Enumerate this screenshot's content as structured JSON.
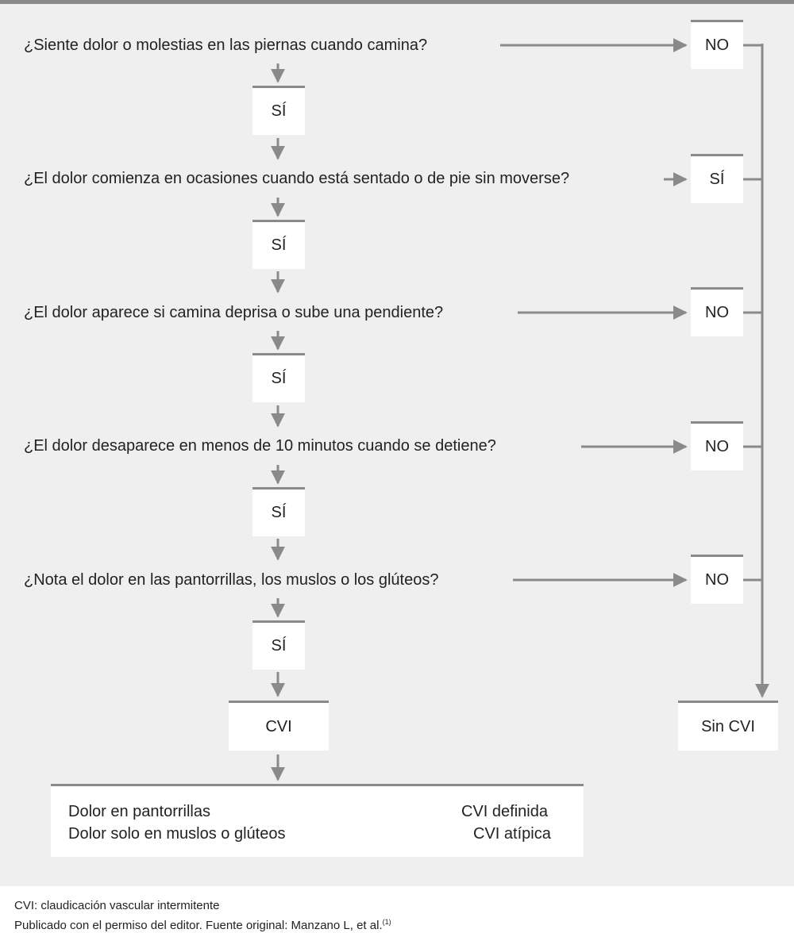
{
  "questions": [
    {
      "text": "¿Siente dolor o molestias en las piernas cuando camina?",
      "side_answer": "NO",
      "down_answer": "SÍ"
    },
    {
      "text": "¿El dolor comienza en ocasiones cuando está sentado o de pie sin moverse?",
      "side_answer": "SÍ",
      "down_answer": "SÍ"
    },
    {
      "text": "¿El dolor aparece si camina deprisa o sube una pendiente?",
      "side_answer": "NO",
      "down_answer": "SÍ"
    },
    {
      "text": "¿El dolor desaparece en menos de 10 minutos cuando se detiene?",
      "side_answer": "NO",
      "down_answer": "SÍ"
    },
    {
      "text": "¿Nota el dolor en las pantorrillas, los muslos o los glúteos?",
      "side_answer": "NO",
      "down_answer": "SÍ"
    }
  ],
  "outcomes": {
    "positive": "CVI",
    "negative": "Sin CVI"
  },
  "classification": [
    {
      "condition": "Dolor en pantorrillas",
      "result": "CVI definida"
    },
    {
      "condition": "Dolor solo en muslos o glúteos",
      "result": "CVI atípica"
    }
  ],
  "footnote": {
    "abbreviation": "CVI: claudicación vascular intermitente",
    "source": "Publicado con el permiso del editor. Fuente original: Manzano L, et al.",
    "source_ref": "(1)"
  },
  "colors": {
    "panel": "#efefef",
    "line": "#8a8a8a",
    "box": "#ffffff",
    "text": "#222222"
  }
}
